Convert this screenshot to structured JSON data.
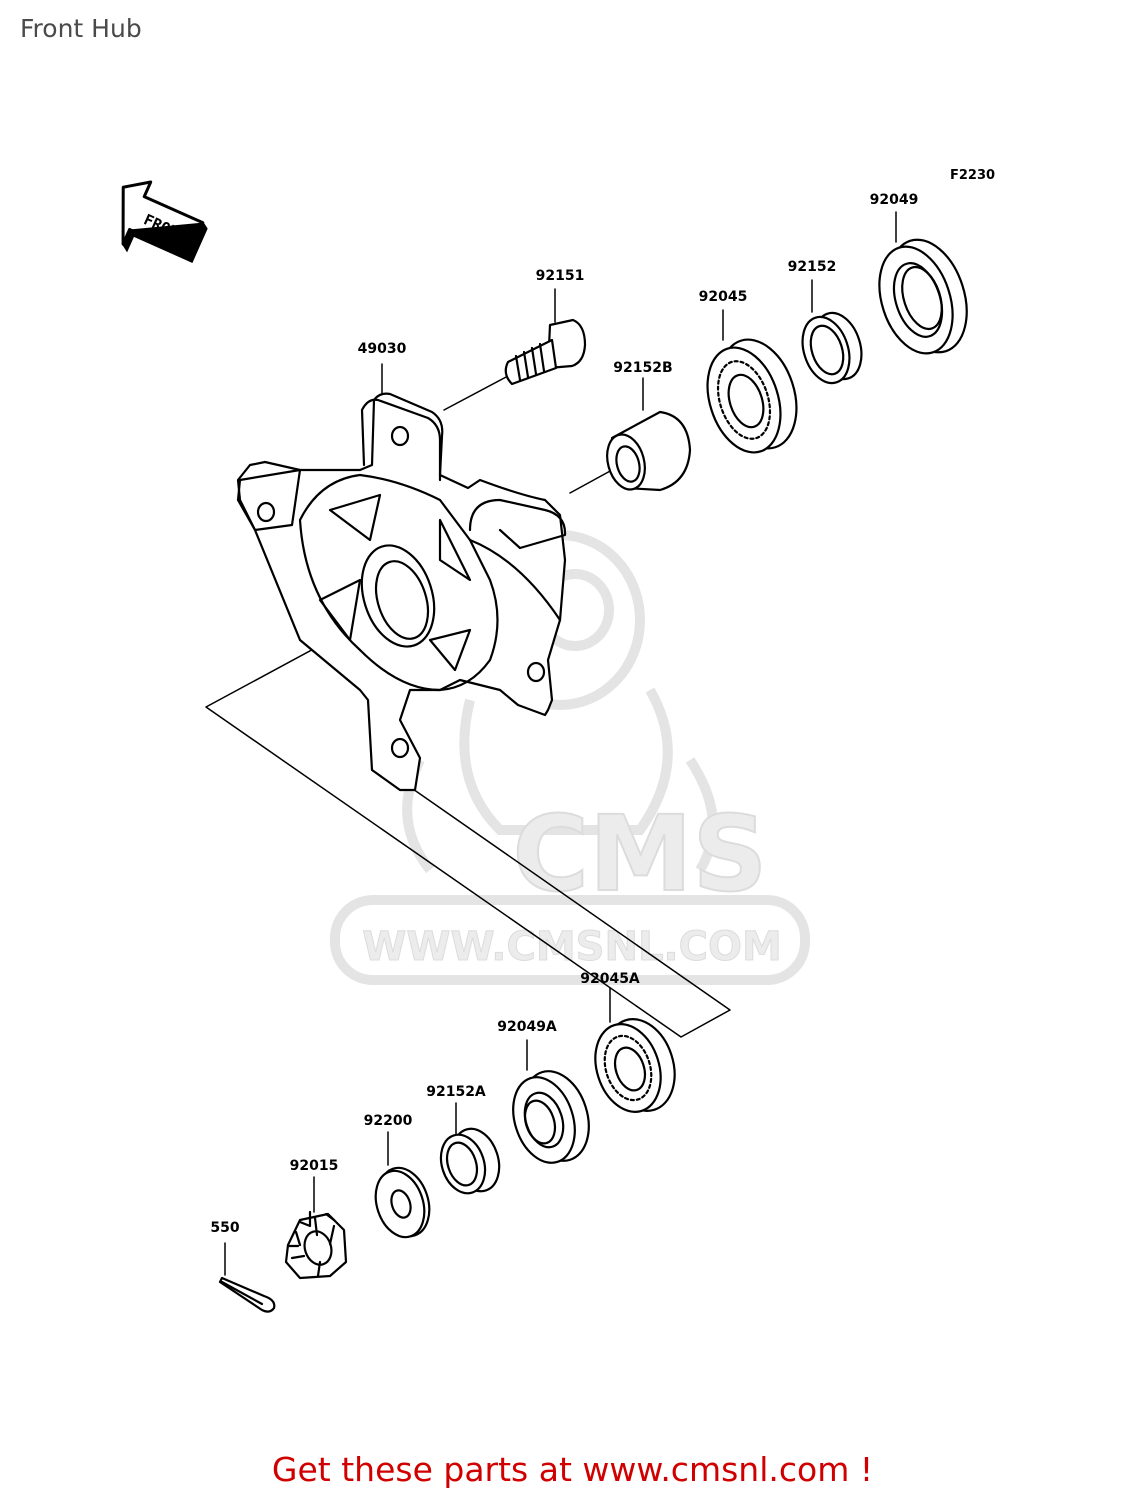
{
  "page": {
    "title": "Front Hub",
    "diagram_code": "F2230",
    "front_arrow_label": "FRONT"
  },
  "watermark": {
    "brand": "CMS",
    "url": "WWW.CMSNL.COM"
  },
  "parts": [
    {
      "id": "49030"
    },
    {
      "id": "92151"
    },
    {
      "id": "92152B"
    },
    {
      "id": "92045"
    },
    {
      "id": "92152"
    },
    {
      "id": "92049"
    },
    {
      "id": "92045A"
    },
    {
      "id": "92049A"
    },
    {
      "id": "92152A"
    },
    {
      "id": "92200"
    },
    {
      "id": "92015"
    },
    {
      "id": "550"
    }
  ],
  "footer": {
    "promo": "Get these parts at www.cmsnl.com !"
  },
  "colors": {
    "promo": "#d10000",
    "title": "#4a4a4a",
    "watermark": "#e4e4e4"
  }
}
